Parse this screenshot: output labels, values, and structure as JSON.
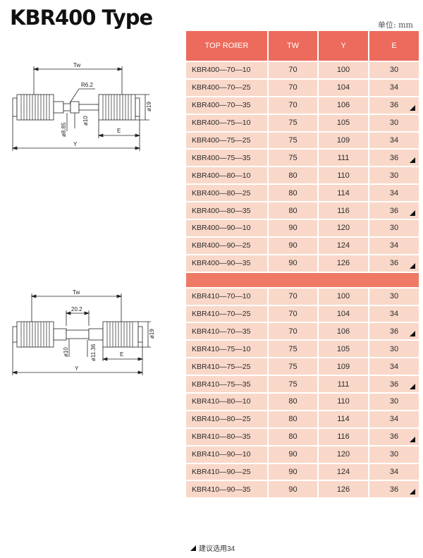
{
  "title": "KBR400 Type",
  "unit_label": "单位: mm",
  "table": {
    "headers": [
      "TOP ROllER",
      "TW",
      "Y",
      "E"
    ],
    "groups": [
      {
        "rows": [
          {
            "name": "KBR400—70—10",
            "tw": "70",
            "y": "100",
            "e": "30",
            "recommended": false
          },
          {
            "name": "KBR400—70—25",
            "tw": "70",
            "y": "104",
            "e": "34",
            "recommended": false
          },
          {
            "name": "KBR400—70—35",
            "tw": "70",
            "y": "106",
            "e": "36",
            "recommended": true
          },
          {
            "name": "KBR400—75—10",
            "tw": "75",
            "y": "105",
            "e": "30",
            "recommended": false
          },
          {
            "name": "KBR400—75—25",
            "tw": "75",
            "y": "109",
            "e": "34",
            "recommended": false
          },
          {
            "name": "KBR400—75—35",
            "tw": "75",
            "y": "111",
            "e": "36",
            "recommended": true
          },
          {
            "name": "KBR400—80—10",
            "tw": "80",
            "y": "110",
            "e": "30",
            "recommended": false
          },
          {
            "name": "KBR400—80—25",
            "tw": "80",
            "y": "114",
            "e": "34",
            "recommended": false
          },
          {
            "name": "KBR400—80—35",
            "tw": "80",
            "y": "116",
            "e": "36",
            "recommended": true
          },
          {
            "name": "KBR400—90—10",
            "tw": "90",
            "y": "120",
            "e": "30",
            "recommended": false
          },
          {
            "name": "KBR400—90—25",
            "tw": "90",
            "y": "124",
            "e": "34",
            "recommended": false
          },
          {
            "name": "KBR400—90—35",
            "tw": "90",
            "y": "126",
            "e": "36",
            "recommended": true
          }
        ]
      },
      {
        "rows": [
          {
            "name": "KBR410—70—10",
            "tw": "70",
            "y": "100",
            "e": "30",
            "recommended": false
          },
          {
            "name": "KBR410—70—25",
            "tw": "70",
            "y": "104",
            "e": "34",
            "recommended": false
          },
          {
            "name": "KBR410—70—35",
            "tw": "70",
            "y": "106",
            "e": "36",
            "recommended": true
          },
          {
            "name": "KBR410—75—10",
            "tw": "75",
            "y": "105",
            "e": "30",
            "recommended": false
          },
          {
            "name": "KBR410—75—25",
            "tw": "75",
            "y": "109",
            "e": "34",
            "recommended": false
          },
          {
            "name": "KBR410—75—35",
            "tw": "75",
            "y": "111",
            "e": "36",
            "recommended": true
          },
          {
            "name": "KBR410—80—10",
            "tw": "80",
            "y": "110",
            "e": "30",
            "recommended": false
          },
          {
            "name": "KBR410—80—25",
            "tw": "80",
            "y": "114",
            "e": "34",
            "recommended": false
          },
          {
            "name": "KBR410—80—35",
            "tw": "80",
            "y": "116",
            "e": "36",
            "recommended": true
          },
          {
            "name": "KBR410—90—10",
            "tw": "90",
            "y": "120",
            "e": "30",
            "recommended": false
          },
          {
            "name": "KBR410—90—25",
            "tw": "90",
            "y": "124",
            "e": "34",
            "recommended": false
          },
          {
            "name": "KBR410—90—35",
            "tw": "90",
            "y": "126",
            "e": "36",
            "recommended": true
          }
        ]
      }
    ]
  },
  "legend_text": "建议选用34",
  "drawing1": {
    "tw": "Tw",
    "radius": "R6.2",
    "d19": "ø19",
    "d885": "ø8.85",
    "d10": "ø10",
    "e": "E",
    "y": "Y"
  },
  "drawing2": {
    "tw": "Tw",
    "gap": "20.2",
    "d19": "ø19",
    "d10": "ø10",
    "d1136": "ø11.36",
    "e": "E",
    "y": "Y"
  },
  "colors": {
    "header": "#ec6b5c",
    "row": "#f9d8c9",
    "separator": "#ee7a66"
  }
}
